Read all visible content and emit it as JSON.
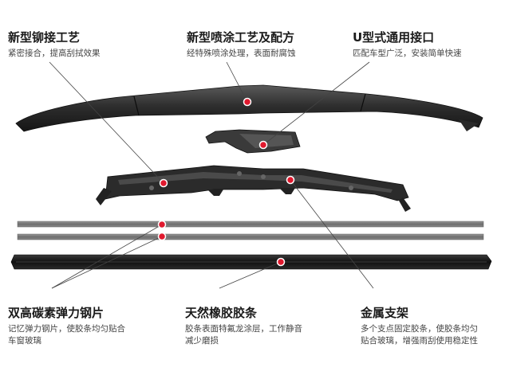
{
  "features": {
    "rivet": {
      "title": "新型铆接工艺",
      "desc": "紧密接合，提高刮拭效果"
    },
    "coating": {
      "title": "新型喷涂工艺及配方",
      "desc": "经特殊喷涂处理，表面耐腐蚀"
    },
    "connector": {
      "title": "U型式通用接口",
      "desc": "匹配车型广泛，安装简单快速"
    },
    "steel": {
      "title": "双高碳素弹力钢片",
      "desc_line1": "记忆弹力钢片，使胶条均匀贴合",
      "desc_line2": "车窗玻璃"
    },
    "rubber": {
      "title": "天然橡胶胶条",
      "desc_line1": "胶条表面特氟龙涂层，工作静音",
      "desc_line2": "减少磨损"
    },
    "frame": {
      "title": "金属支架",
      "desc_line1": "多个支点固定胶条，使胶条均匀",
      "desc_line2": "贴合玻璃，增强雨刮使用稳定性"
    }
  },
  "colors": {
    "marker": "#e0192e",
    "part_dark": "#2b2b2b",
    "part_mid": "#4a4a4a",
    "strip": "#7d7d7d"
  }
}
